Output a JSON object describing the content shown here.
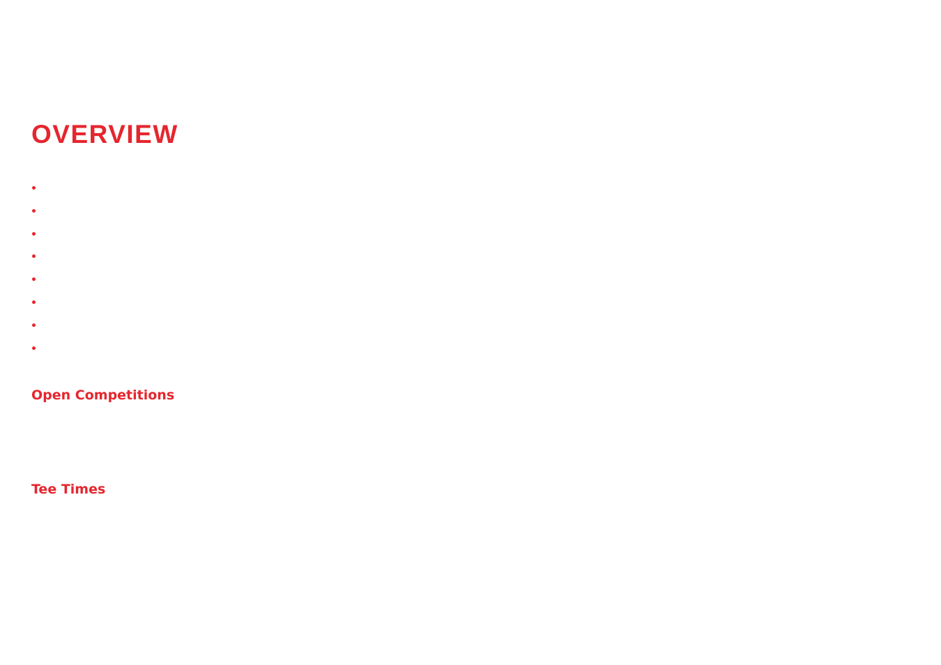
{
  "page": {
    "title": "OVERVIEW",
    "overview_items": [
      "",
      "",
      "",
      "",
      "",
      "",
      "",
      ""
    ],
    "sections": [
      {
        "heading": "Open Competitions"
      },
      {
        "heading": "Tee Times"
      }
    ]
  },
  "colors": {
    "accent": "#e5262e"
  }
}
